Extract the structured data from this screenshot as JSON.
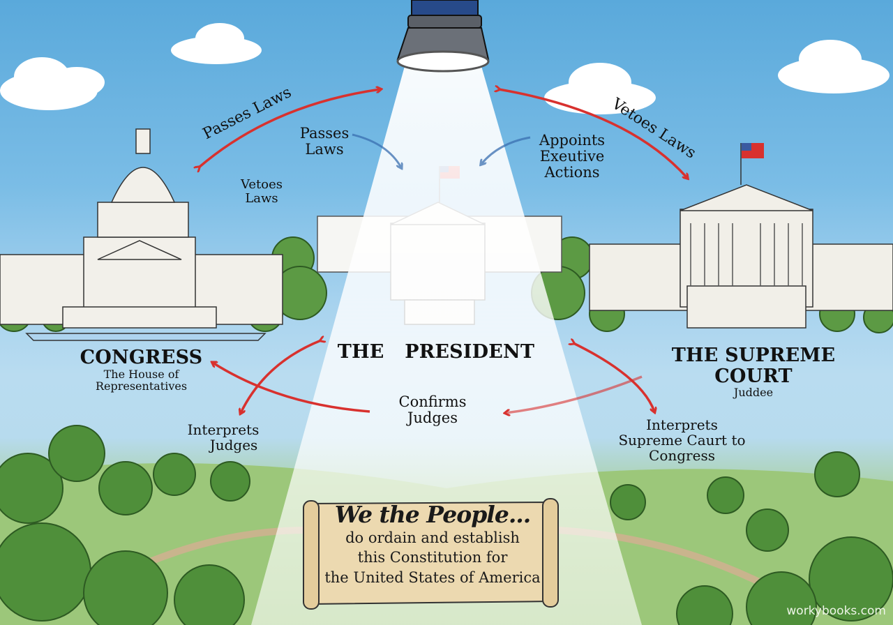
{
  "branches": {
    "congress": {
      "title": "CONGRESS",
      "subtitle_line1": "The House of",
      "subtitle_line2": "Representatives"
    },
    "president": {
      "title_part1": "THE",
      "title_part2": "PRESIDENT"
    },
    "supreme_court": {
      "title": "THE SUPREME COURT",
      "subtitle": "Juddee"
    }
  },
  "arrow_labels": {
    "top_left_curve": "Passes Laws",
    "top_right_curve": "Vetoes Laws",
    "passes_laws": {
      "line1": "Passes",
      "line2": "Laws"
    },
    "vetoes_laws": {
      "line1": "Vetoes",
      "line2": "Laws"
    },
    "appoints": {
      "line1": "Appoints",
      "line2": "Exeutive",
      "line3": "Actions"
    },
    "confirms": {
      "line1": "Confirms",
      "line2": "Judges"
    },
    "interprets_left": {
      "line1": "Interprets",
      "line2": "Judges"
    },
    "interprets_right": {
      "line1": "Interprets",
      "line2": "Supreme Caurt to",
      "line3": "Congress"
    }
  },
  "scroll": {
    "heading": "We the People...",
    "line1": "do ordain and establish",
    "line2": "this Constitution for",
    "line3": "the United States of America"
  },
  "watermark": "workybooks.com",
  "colors": {
    "arrow_red": "#d8312e",
    "arrow_blue": "#3a6fb0",
    "sky": "#6fb6e3",
    "grass": "#8dbd6a",
    "scroll": "#ecd9b0"
  }
}
